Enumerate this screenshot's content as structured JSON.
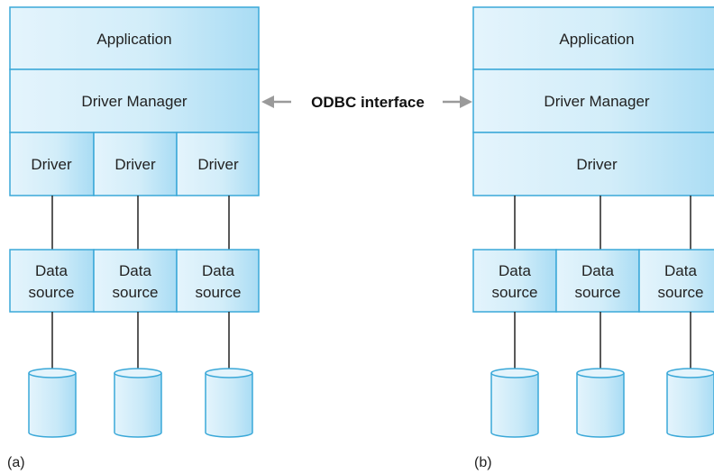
{
  "colors": {
    "box_stroke": "#3aa8d8",
    "box_fill_light": "#e4f4fc",
    "box_fill_dark": "#a9dcf4",
    "connector": "#222222",
    "arrow": "#9a9a9a"
  },
  "interface_label": "ODBC interface",
  "diagram_a": {
    "caption": "(a)",
    "application": "Application",
    "driver_manager": "Driver Manager",
    "drivers": [
      "Driver",
      "Driver",
      "Driver"
    ],
    "data_sources": [
      {
        "line1": "Data",
        "line2": "source"
      },
      {
        "line1": "Data",
        "line2": "source"
      },
      {
        "line1": "Data",
        "line2": "source"
      }
    ],
    "database_icon": "database-cylinder-icon"
  },
  "diagram_b": {
    "caption": "(b)",
    "application": "Application",
    "driver_manager": "Driver Manager",
    "driver": "Driver",
    "data_sources": [
      {
        "line1": "Data",
        "line2": "source"
      },
      {
        "line1": "Data",
        "line2": "source"
      },
      {
        "line1": "Data",
        "line2": "source"
      }
    ],
    "database_icon": "database-cylinder-icon"
  }
}
